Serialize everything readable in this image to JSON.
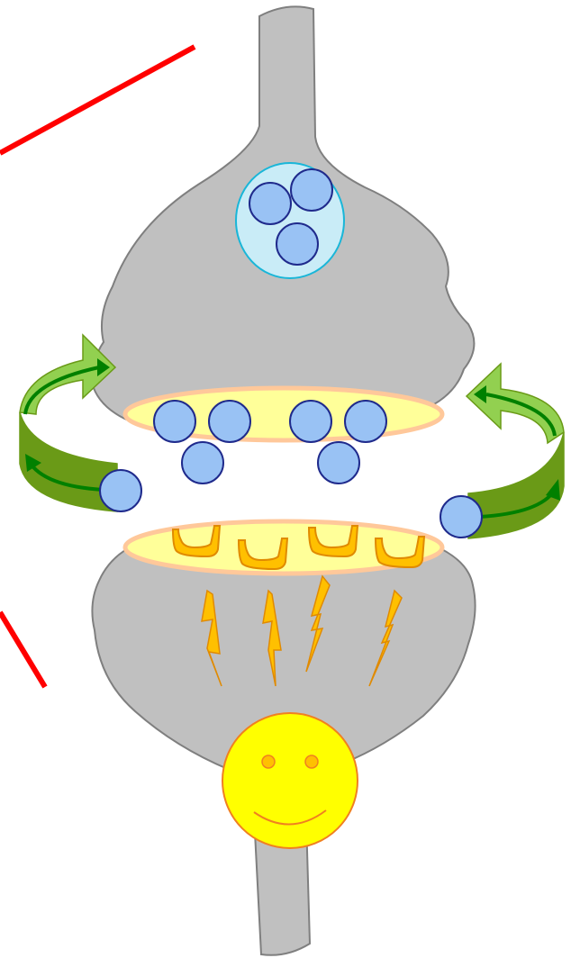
{
  "colors": {
    "background": "#ffffff",
    "neuron_fill": "#c0c0c0",
    "neuron_stroke": "#7f7f7f",
    "vesicle_fill": "#c9ecf7",
    "vesicle_stroke": "#19b6d8",
    "neurotransmitter_fill": "#99c2f4",
    "neurotransmitter_stroke": "#1f2a8c",
    "membrane_fill": "#ffff99",
    "membrane_stroke": "#ffc89a",
    "receptor_fill": "#ffc000",
    "receptor_stroke": "#e08a00",
    "impulse_fill": "#ffc000",
    "impulse_stroke": "#e08a00",
    "face_fill": "#ffff00",
    "face_stroke": "#f08020",
    "arrow_light": "#92d050",
    "arrow_dark": "#6a9a17",
    "arrow_line": "#008000",
    "cross_line": "#ff0000"
  },
  "icons": {
    "presynaptic": "presynaptic-terminal",
    "postsynaptic": "postsynaptic-terminal",
    "vesicle": "synaptic-vesicle",
    "neurotransmitter": "neurotransmitter-molecule",
    "receptor": "receptor-cup",
    "impulse": "lightning-bolt",
    "face": "smiley-face",
    "reuptake": "curved-reuptake-arrow",
    "cross": "red-cross-line"
  }
}
